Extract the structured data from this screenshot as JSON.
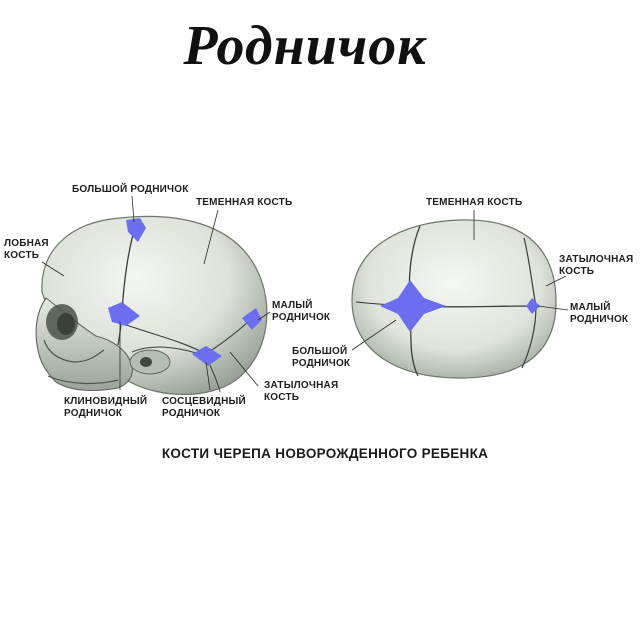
{
  "title": "Родничок",
  "caption": "КОСТИ ЧЕРЕПА НОВОРОЖДЕННОГО РЕБЕНКА",
  "colors": {
    "fontanelle": "#6b6ef0",
    "bone_light": "#eef1ec",
    "bone_mid": "#c9d0c6",
    "bone_dark": "#7f8a7e",
    "suture": "#3a3f3a"
  },
  "side_view": {
    "labels": {
      "anterior_fontanelle": "БОЛЬШОЙ РОДНИЧОК",
      "parietal_bone": "ТЕМЕННАЯ КОСТЬ",
      "frontal_bone": "ЛОБНАЯ\nКОСТЬ",
      "posterior_fontanelle": "МАЛЫЙ\nРОДНИЧОК",
      "occipital_bone": "ЗАТЫЛОЧНАЯ\nКОСТЬ",
      "mastoid_fontanelle": "СОСЦЕВИДНЫЙ\nРОДНИЧОК",
      "sphenoid_fontanelle": "КЛИНОВИДНЫЙ\nРОДНИЧОК"
    }
  },
  "top_view": {
    "labels": {
      "parietal_bone": "ТЕМЕННАЯ КОСТЬ",
      "occipital_bone": "ЗАТЫЛОЧНАЯ\nКОСТЬ",
      "posterior_fontanelle": "МАЛЫЙ\nРОДНИЧОК",
      "anterior_fontanelle": "БОЛЬШОЙ\nРОДНИЧОК"
    }
  }
}
